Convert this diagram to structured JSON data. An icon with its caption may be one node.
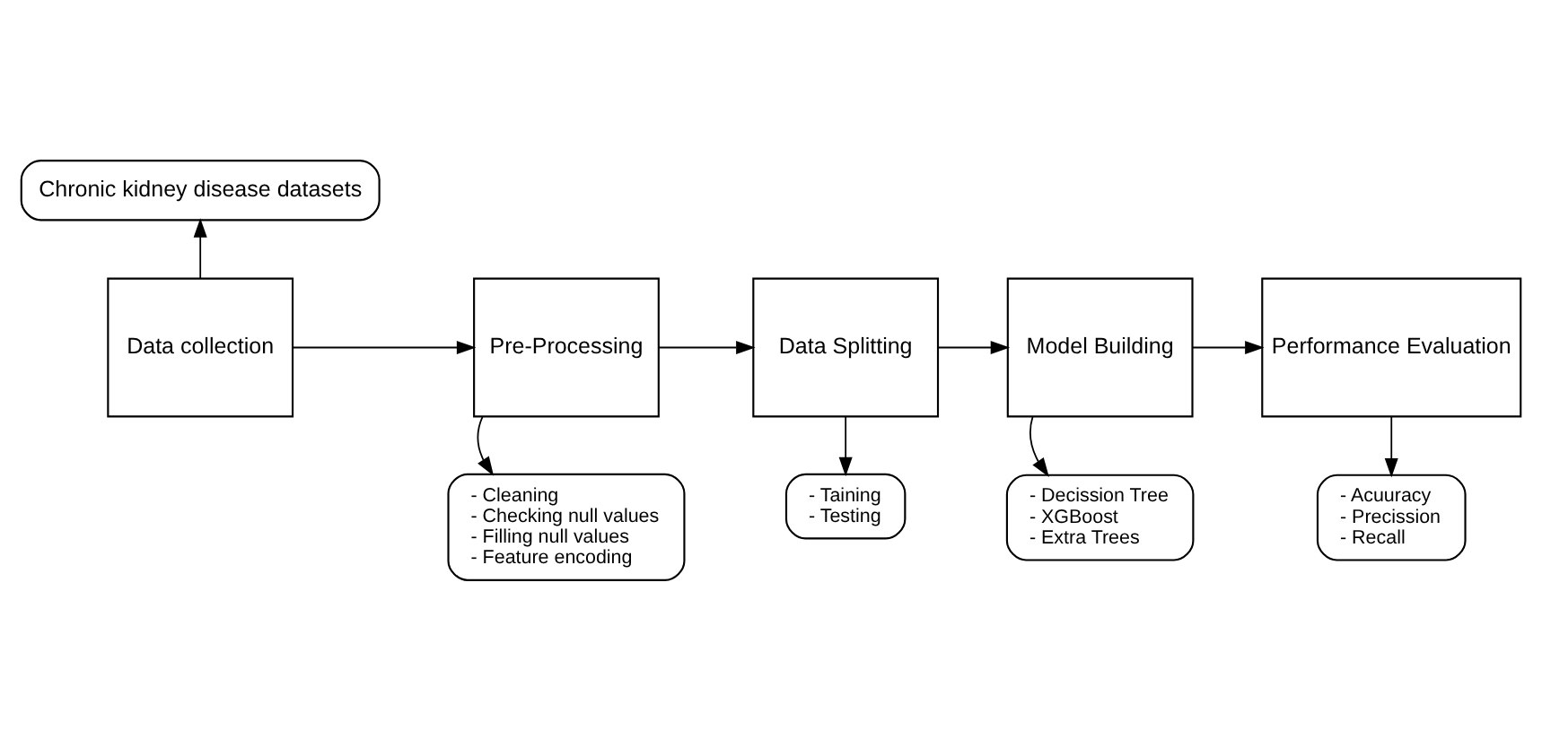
{
  "diagram": {
    "nodes": [
      {
        "text": [
          "Chronic kidney disease datasets"
        ]
      },
      {
        "text": [
          "Data collection"
        ]
      },
      {
        "text": [
          "Pre-Processing"
        ]
      },
      {
        "text": [
          "- Cleaning",
          "- Checking null values",
          "- Filling null values",
          "- Feature encoding"
        ]
      },
      {
        "text": [
          "Data Splitting"
        ]
      },
      {
        "text": [
          "- Taining",
          "- Testing"
        ]
      },
      {
        "text": [
          "Model Building"
        ]
      },
      {
        "text": [
          "- Decission Tree",
          "- XGBoost",
          "- Extra Trees"
        ]
      },
      {
        "text": [
          "Performance Evaluation"
        ]
      },
      {
        "text": [
          "- Acuuracy",
          "- Precission",
          "- Recall"
        ]
      }
    ],
    "edges": [
      {
        "from": 1,
        "to": 0,
        "arrow": "to"
      },
      {
        "from": 1,
        "to": 2,
        "arrow": "to"
      },
      {
        "from": 2,
        "to": 3,
        "arrow": "to"
      },
      {
        "from": 2,
        "to": 4,
        "arrow": "to"
      },
      {
        "from": 4,
        "to": 5,
        "arrow": "to"
      },
      {
        "from": 4,
        "to": 6,
        "arrow": "to"
      },
      {
        "from": 6,
        "to": 7,
        "arrow": "to"
      },
      {
        "from": 6,
        "to": 8,
        "arrow": "to"
      },
      {
        "from": 8,
        "to": 9,
        "arrow": "to"
      }
    ]
  }
}
